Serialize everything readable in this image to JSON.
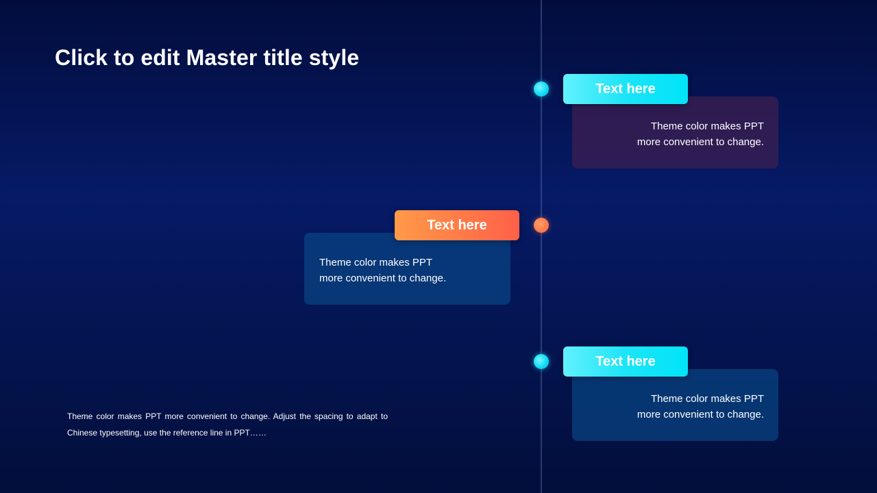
{
  "slide": {
    "title": "Click to edit Master title style",
    "footnote": "Theme color makes PPT more convenient to change. Adjust the spacing to adapt to Chinese typesetting, use the reference line in PPT……"
  },
  "timeline": {
    "items": [
      {
        "label": "Text here",
        "line1": "Theme color makes PPT",
        "line2": "more convenient to change.",
        "accent": "#00e4f8",
        "card_color": "#3e2050"
      },
      {
        "label": "Text here",
        "line1": "Theme color makes PPT",
        "line2": "more convenient to change.",
        "accent": "#ff7a48",
        "card_color": "#084482"
      },
      {
        "label": "Text here",
        "line1": "Theme color makes PPT",
        "line2": "more convenient to change.",
        "accent": "#00e4f8",
        "card_color": "#084482"
      }
    ]
  },
  "colors": {
    "background_top": "#020d3d",
    "background_mid": "#061a66",
    "line": "#5a6aa0"
  }
}
